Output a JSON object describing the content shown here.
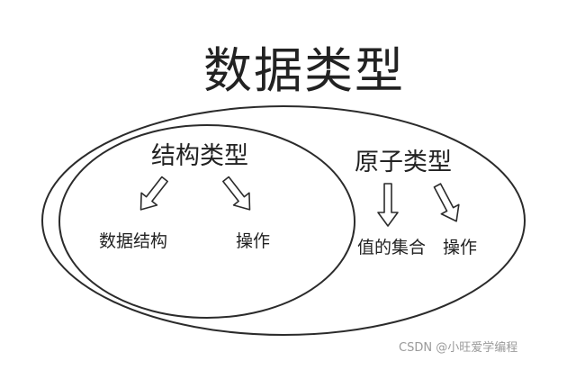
{
  "title": "数据类型",
  "groups": [
    {
      "label": "结构类型",
      "children": [
        "数据结构",
        "操作"
      ]
    },
    {
      "label": "原子类型",
      "children": [
        "值的集合",
        "操作"
      ]
    }
  ],
  "watermark": "CSDN @小旺爱学编程",
  "colors": {
    "stroke": "#2b2b2b",
    "text": "#222222",
    "watermark": "#9a9a9a"
  }
}
